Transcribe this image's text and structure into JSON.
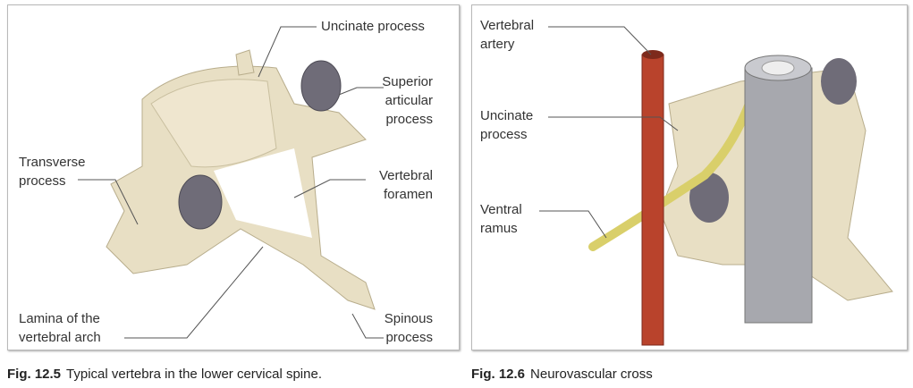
{
  "figure1": {
    "labels": {
      "uncinate": "Uncinate process",
      "superior": "Superior\narticular\nprocess",
      "transverse": "Transverse\nprocess",
      "foramen": "Vertebral\nforamen",
      "lamina": "Lamina of the\nvertebral arch",
      "spinous": "Spinous\nprocess"
    },
    "caption_num": "Fig. 12.5",
    "caption": "Typical vertebra in the lower cervical spine."
  },
  "figure2": {
    "labels": {
      "artery": "Vertebral\nartery",
      "uncinate": "Uncinate\nprocess",
      "ramus": "Ventral\nramus"
    },
    "caption_num": "Fig. 12.6",
    "caption": "Neurovascular cross"
  },
  "colors": {
    "bone": "#e8dfc4",
    "facet": "#6f6c78",
    "artery": "#b9432c",
    "nerve": "#d9cf6a",
    "dura": "#a7a8ae"
  }
}
